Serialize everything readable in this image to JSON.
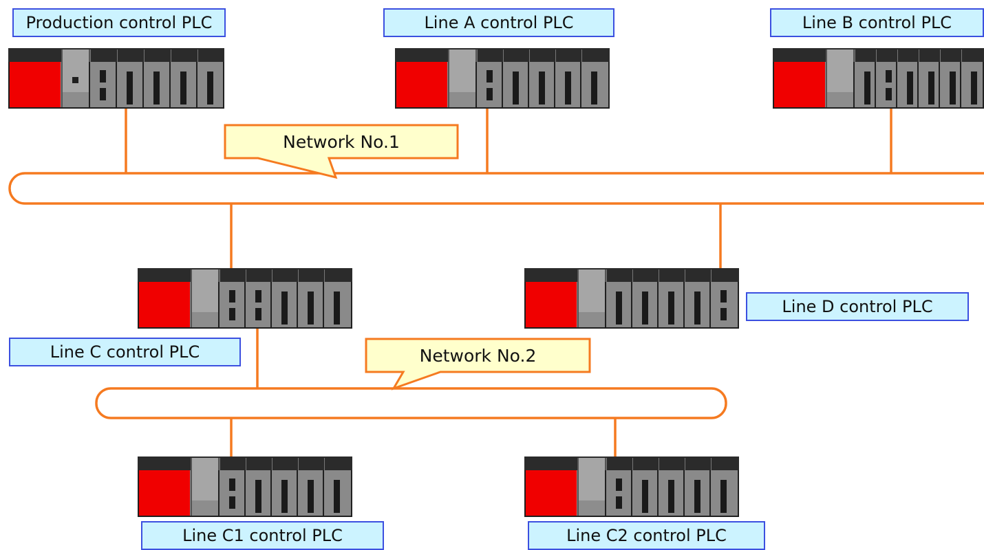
{
  "diagram": {
    "networks": [
      {
        "label": "Network No.1"
      },
      {
        "label": "Network No.2"
      }
    ],
    "plcs": [
      {
        "label": "Production control PLC",
        "network": "Network No.1"
      },
      {
        "label": "Line A control PLC",
        "network": "Network No.1"
      },
      {
        "label": "Line B control PLC",
        "network": "Network No.1"
      },
      {
        "label": "Line C control PLC",
        "network": "Network No.1"
      },
      {
        "label": "Line D control PLC",
        "network": "Network No.1"
      },
      {
        "label": "Line C1 control PLC",
        "network": "Network No.2"
      },
      {
        "label": "Line C2 control PLC",
        "network": "Network No.2"
      }
    ],
    "colors": {
      "network_line": "#f57a20",
      "label_fill": "#ccf3ff",
      "label_border": "#3b4fe0",
      "callout_fill": "#ffffcc",
      "power_module": "#f00000",
      "module_body": "#8a8a8a",
      "module_top": "#2b2b2b"
    }
  }
}
